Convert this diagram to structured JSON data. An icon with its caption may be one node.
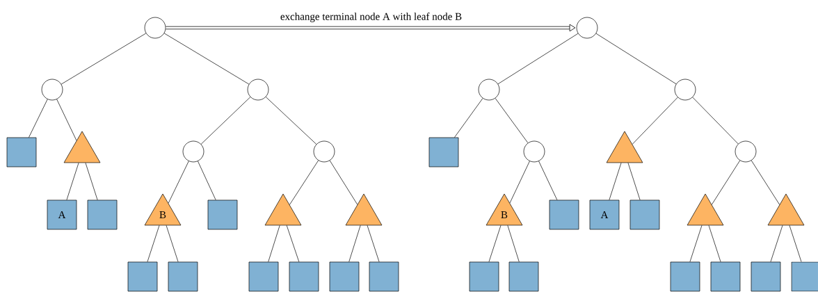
{
  "diagram": {
    "nodes": [
      {
        "text": [],
        "shape": "circle"
      },
      {
        "text": [],
        "shape": "circle"
      },
      {
        "text": [],
        "shape": "circle"
      },
      {
        "text": [],
        "shape": "box"
      },
      {
        "text": [],
        "shape": "triangle"
      },
      {
        "text": [
          "A"
        ]
      },
      {
        "text": [],
        "shape": "box"
      },
      {
        "text": [],
        "shape": "circle"
      },
      {
        "text": [],
        "shape": "circle"
      },
      {
        "text": [
          "B"
        ]
      },
      {
        "text": [],
        "shape": "box"
      },
      {
        "text": [],
        "shape": "triangle"
      },
      {
        "text": [],
        "shape": "triangle"
      },
      {
        "text": [],
        "shape": "box"
      },
      {
        "text": [],
        "shape": "box"
      },
      {
        "text": [],
        "shape": "box"
      },
      {
        "text": [],
        "shape": "box"
      },
      {
        "text": [],
        "shape": "box"
      },
      {
        "text": [],
        "shape": "box"
      },
      {
        "text": [],
        "shape": "circle"
      },
      {
        "text": [],
        "shape": "circle"
      },
      {
        "text": [],
        "shape": "circle"
      },
      {
        "text": [],
        "shape": "box"
      },
      {
        "text": [],
        "shape": "circle"
      },
      {
        "text": [],
        "shape": "triangle"
      },
      {
        "text": [],
        "shape": "circle"
      },
      {
        "text": [
          "B"
        ]
      },
      {
        "text": [],
        "shape": "box"
      },
      {
        "text": [
          "A"
        ]
      },
      {
        "text": [],
        "shape": "box"
      },
      {
        "text": [],
        "shape": "triangle"
      },
      {
        "text": [],
        "shape": "triangle"
      },
      {
        "text": [],
        "shape": "box"
      },
      {
        "text": [],
        "shape": "box"
      },
      {
        "text": [],
        "shape": "box"
      },
      {
        "text": [],
        "shape": "box"
      },
      {
        "text": [],
        "shape": "box"
      },
      {
        "text": [],
        "shape": "box"
      }
    ],
    "edges": [
      {
        "from": 0,
        "to": 19,
        "arrow": "to",
        "label": "exchange terminal node A with leaf node B",
        "style": "thick"
      },
      {
        "from": 0,
        "to": 1,
        "arrow": "none"
      },
      {
        "from": 0,
        "to": 2,
        "arrow": "none"
      },
      {
        "from": 1,
        "to": 3,
        "arrow": "none"
      },
      {
        "from": 1,
        "to": 4,
        "arrow": "none"
      },
      {
        "from": 4,
        "to": 5,
        "arrow": "none"
      },
      {
        "from": 4,
        "to": 6,
        "arrow": "none"
      },
      {
        "from": 2,
        "to": 7,
        "arrow": "none"
      },
      {
        "from": 2,
        "to": 8,
        "arrow": "none"
      },
      {
        "from": 7,
        "to": 9,
        "arrow": "none"
      },
      {
        "from": 7,
        "to": 10,
        "arrow": "none"
      },
      {
        "from": 8,
        "to": 11,
        "arrow": "none"
      },
      {
        "from": 8,
        "to": 12,
        "arrow": "none"
      },
      {
        "from": 9,
        "to": 13,
        "arrow": "none"
      },
      {
        "from": 9,
        "to": 14,
        "arrow": "none"
      },
      {
        "from": 11,
        "to": 15,
        "arrow": "none"
      },
      {
        "from": 11,
        "to": 16,
        "arrow": "none"
      },
      {
        "from": 12,
        "to": 17,
        "arrow": "none"
      },
      {
        "from": 12,
        "to": 18,
        "arrow": "none"
      },
      {
        "from": 19,
        "to": 20,
        "arrow": "none"
      },
      {
        "from": 19,
        "to": 21,
        "arrow": "none"
      },
      {
        "from": 20,
        "to": 22,
        "arrow": "none"
      },
      {
        "from": 20,
        "to": 23,
        "arrow": "none"
      },
      {
        "from": 23,
        "to": 26,
        "arrow": "none"
      },
      {
        "from": 23,
        "to": 27,
        "arrow": "none"
      },
      {
        "from": 21,
        "to": 24,
        "arrow": "none"
      },
      {
        "from": 21,
        "to": 25,
        "arrow": "none"
      },
      {
        "from": 24,
        "to": 28,
        "arrow": "none"
      },
      {
        "from": 24,
        "to": 29,
        "arrow": "none"
      },
      {
        "from": 25,
        "to": 30,
        "arrow": "none"
      },
      {
        "from": 25,
        "to": 31,
        "arrow": "none"
      },
      {
        "from": 26,
        "to": 32,
        "arrow": "none"
      },
      {
        "from": 26,
        "to": 33,
        "arrow": "none"
      },
      {
        "from": 30,
        "to": 34,
        "arrow": "none"
      },
      {
        "from": 30,
        "to": 35,
        "arrow": "none"
      },
      {
        "from": 31,
        "to": 36,
        "arrow": "none"
      },
      {
        "from": 31,
        "to": 37,
        "arrow": "none"
      }
    ]
  }
}
